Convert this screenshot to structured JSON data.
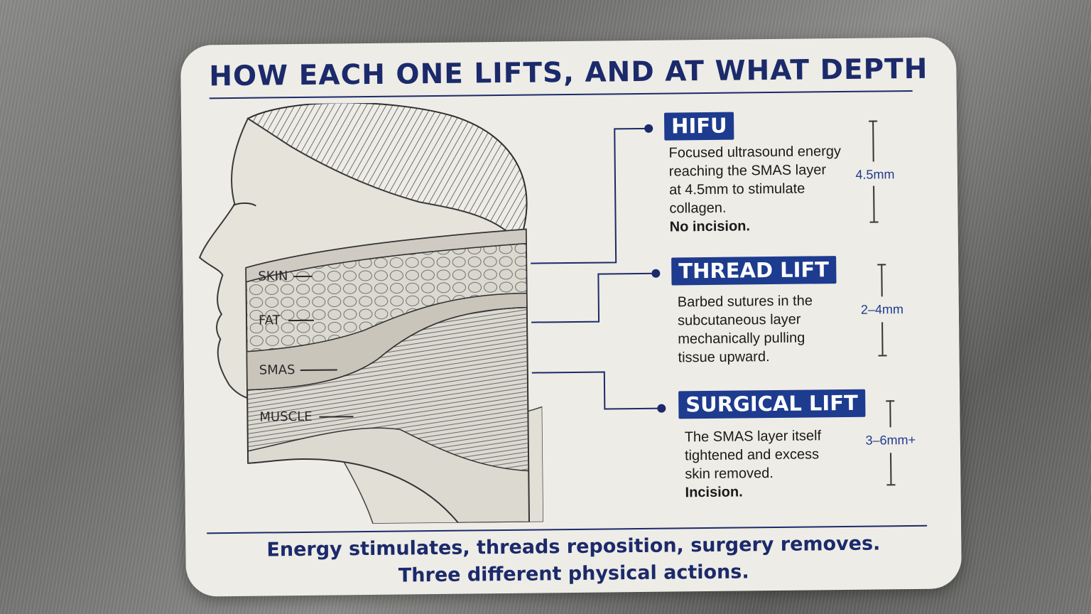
{
  "title": "HOW EACH ONE LIFTS, AND AT WHAT DEPTH",
  "illustration": {
    "layers": [
      "SKIN",
      "FAT",
      "SMAS",
      "MUSCLE"
    ]
  },
  "methods": [
    {
      "name": "HIFU",
      "lines": [
        "Focused ultrasound energy",
        "reaching the SMAS layer",
        "at 4.5mm to stimulate",
        "collagen."
      ],
      "emphasis": "No incision.",
      "depth": "4.5mm"
    },
    {
      "name": "THREAD LIFT",
      "lines": [
        "Barbed sutures in the",
        "subcutaneous layer",
        "mechanically pulling",
        "tissue upward."
      ],
      "emphasis": "",
      "depth": "2–4mm"
    },
    {
      "name": "SURGICAL LIFT",
      "lines": [
        "The SMAS layer itself",
        "tightened and excess",
        "skin removed."
      ],
      "emphasis": "Incision.",
      "depth": "3–6mm+"
    }
  ],
  "footer": {
    "line1": "Energy stimulates, threads reposition, surgery removes.",
    "line2": "Three different physical actions."
  },
  "colors": {
    "navy": "#1b2a6b",
    "badge": "#1d3b8f",
    "card": "#eeece6"
  }
}
